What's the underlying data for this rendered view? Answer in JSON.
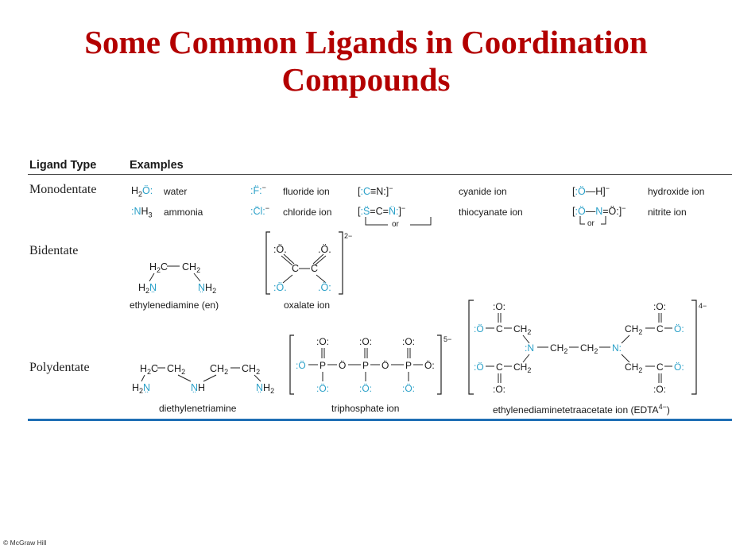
{
  "slide": {
    "title_line1": "Some Common Ligands in Coordination",
    "title_line2": "Compounds",
    "copyright": "© McGraw Hill"
  },
  "table": {
    "col_ligand_type": "Ligand Type",
    "col_examples": "Examples",
    "rows": {
      "monodentate": {
        "label": "Monodentate",
        "items": {
          "water": {
            "name": "water"
          },
          "ammonia": {
            "name": "ammonia"
          },
          "fluoride": {
            "name": "fluoride ion"
          },
          "chloride": {
            "name": "chloride ion"
          },
          "cyanide": {
            "name": "cyanide ion"
          },
          "thiocyanate": {
            "name": "thiocyanate ion",
            "or": "or"
          },
          "hydroxide": {
            "name": "hydroxide ion"
          },
          "nitrite": {
            "name": "nitrite ion",
            "or": "or"
          }
        }
      },
      "bidentate": {
        "label": "Bidentate",
        "items": {
          "en": {
            "name": "ethylenediamine (en)"
          },
          "oxalate": {
            "name": "oxalate ion",
            "charge": "2−"
          }
        }
      },
      "polydentate": {
        "label": "Polydentate",
        "items": {
          "dien": {
            "name": "diethylenetriamine"
          },
          "triphosphate": {
            "name": "triphosphate ion",
            "charge": "5−"
          },
          "edta": {
            "name_prefix": "ethylenediaminetetraacetate ion (EDTA",
            "name_sup": "4−",
            "name_suffix": ")",
            "charge": "4−"
          }
        }
      }
    }
  },
  "colors": {
    "title": "#b30000",
    "lone_pair_atoms": "#2aa0c8",
    "bottom_rule": "#1f6fb5"
  }
}
